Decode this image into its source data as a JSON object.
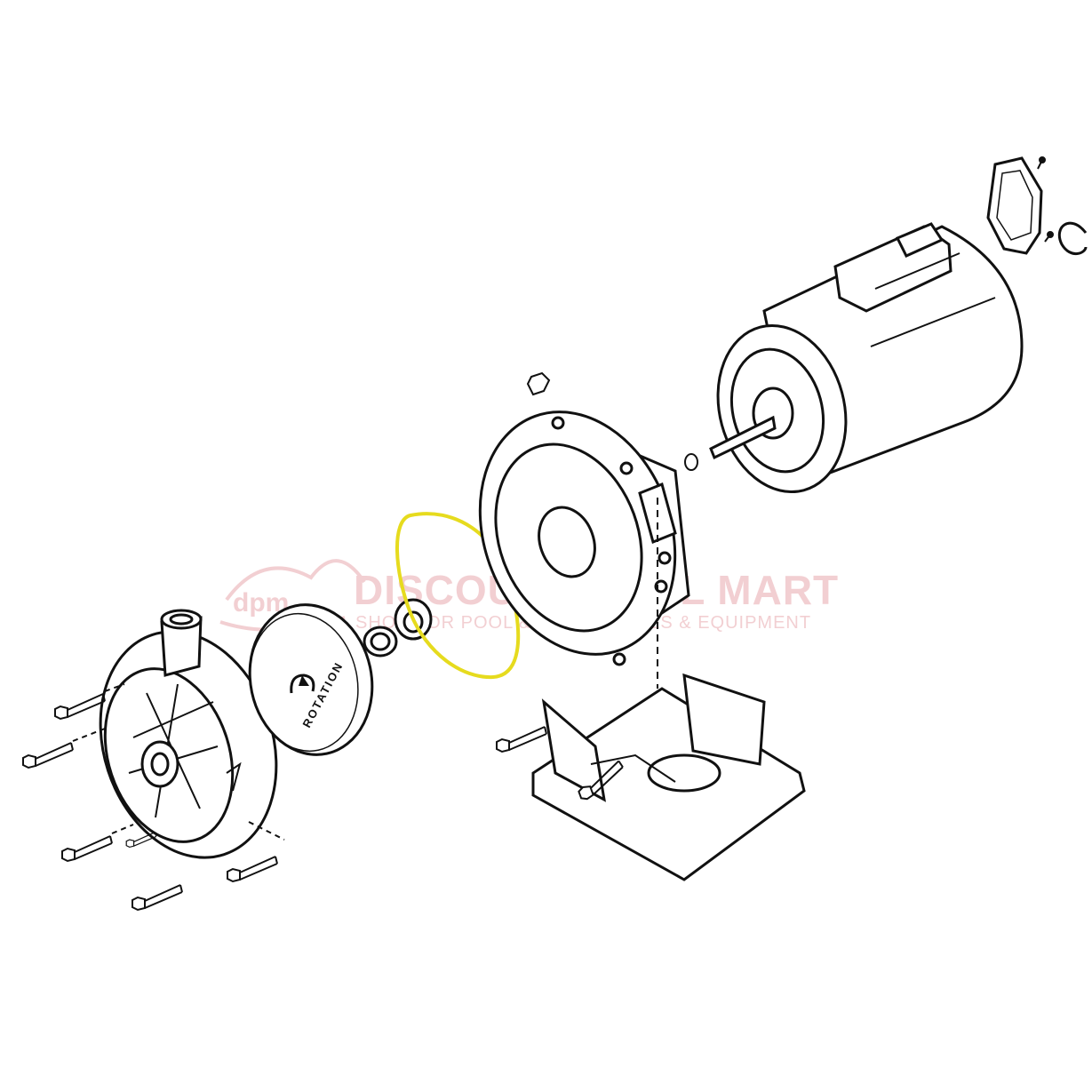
{
  "diagram": {
    "highlight_color": "#e6db1e",
    "line_color": "#111111",
    "background": "#ffffff",
    "impeller_label": "ROTATION"
  },
  "watermark": {
    "title": "DISCOUNT POOL MART",
    "subtitle": "SHOP FOR POOL & SPA SUPPLIES & EQUIPMENT",
    "color": "#e8a9ae",
    "logo_text": "dpm"
  },
  "parts": [
    {
      "name": "pump-housing-volute",
      "highlighted": false
    },
    {
      "name": "impeller",
      "highlighted": false
    },
    {
      "name": "shaft-seal-spring",
      "highlighted": false
    },
    {
      "name": "shaft-seal-ceramic",
      "highlighted": false
    },
    {
      "name": "seal-plate-o-ring",
      "highlighted": true
    },
    {
      "name": "seal-plate-adapter",
      "highlighted": false
    },
    {
      "name": "motor",
      "highlighted": false
    },
    {
      "name": "motor-base",
      "highlighted": false
    },
    {
      "name": "end-cover",
      "highlighted": false
    }
  ]
}
